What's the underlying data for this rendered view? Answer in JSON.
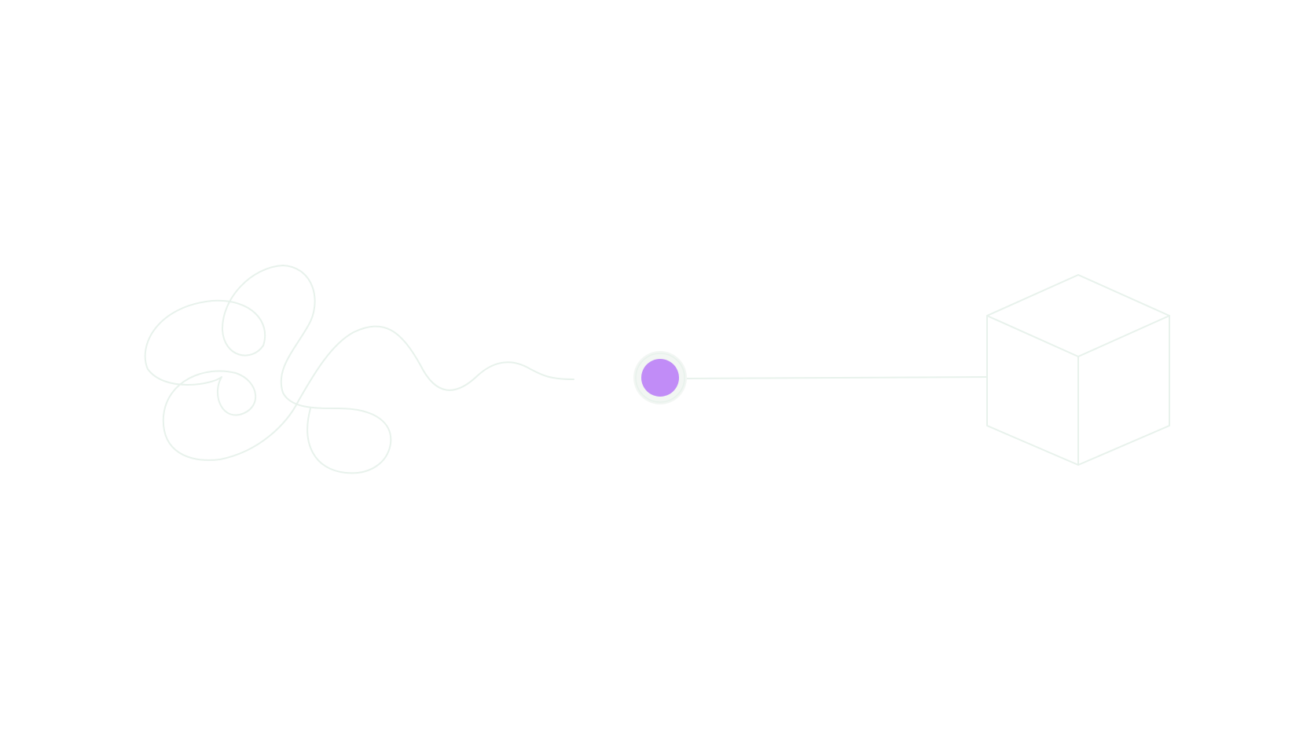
{
  "illustration": {
    "scribble_icon": "tangled-scribble",
    "node_icon": "node-dot",
    "cube_icon": "wireframe-cube"
  },
  "colors": {
    "background": "#ffffff",
    "line": "#e8f2ec",
    "node_fill": "#c18cf7",
    "node_halo": "#f2f6f3"
  }
}
